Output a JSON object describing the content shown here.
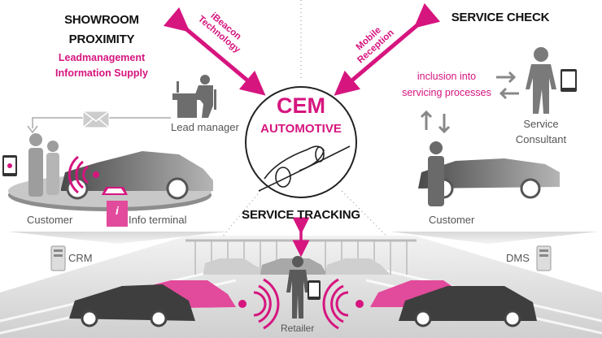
{
  "colors": {
    "accent": "#d6157f",
    "dark": "#111111",
    "grey": "#777777"
  },
  "showroom": {
    "title_line1": "SHOWROOM",
    "title_line2": "PROXIMITY",
    "sub_line1": "Leadmanagement",
    "sub_line2": "Information Supply",
    "lead_manager": "Lead manager",
    "customer": "Customer",
    "info_terminal": "Info terminal",
    "info_icon": "i",
    "system": "CRM"
  },
  "arrows": {
    "left_line1": "iBeacon",
    "left_line2": "Technology",
    "right_line1": "Mobile",
    "right_line2": "Reception"
  },
  "center": {
    "line1": "CEM",
    "line2": "AUTOMOTIVE"
  },
  "service_check": {
    "title": "SERVICE CHECK",
    "inclusion_line1": "inclusion into",
    "inclusion_line2": "servicing processes",
    "consultant_line1": "Service",
    "consultant_line2": "Consultant",
    "customer": "Customer",
    "system": "DMS"
  },
  "service_tracking": {
    "title": "SERVICE TRACKING",
    "retailer": "Retailer"
  }
}
